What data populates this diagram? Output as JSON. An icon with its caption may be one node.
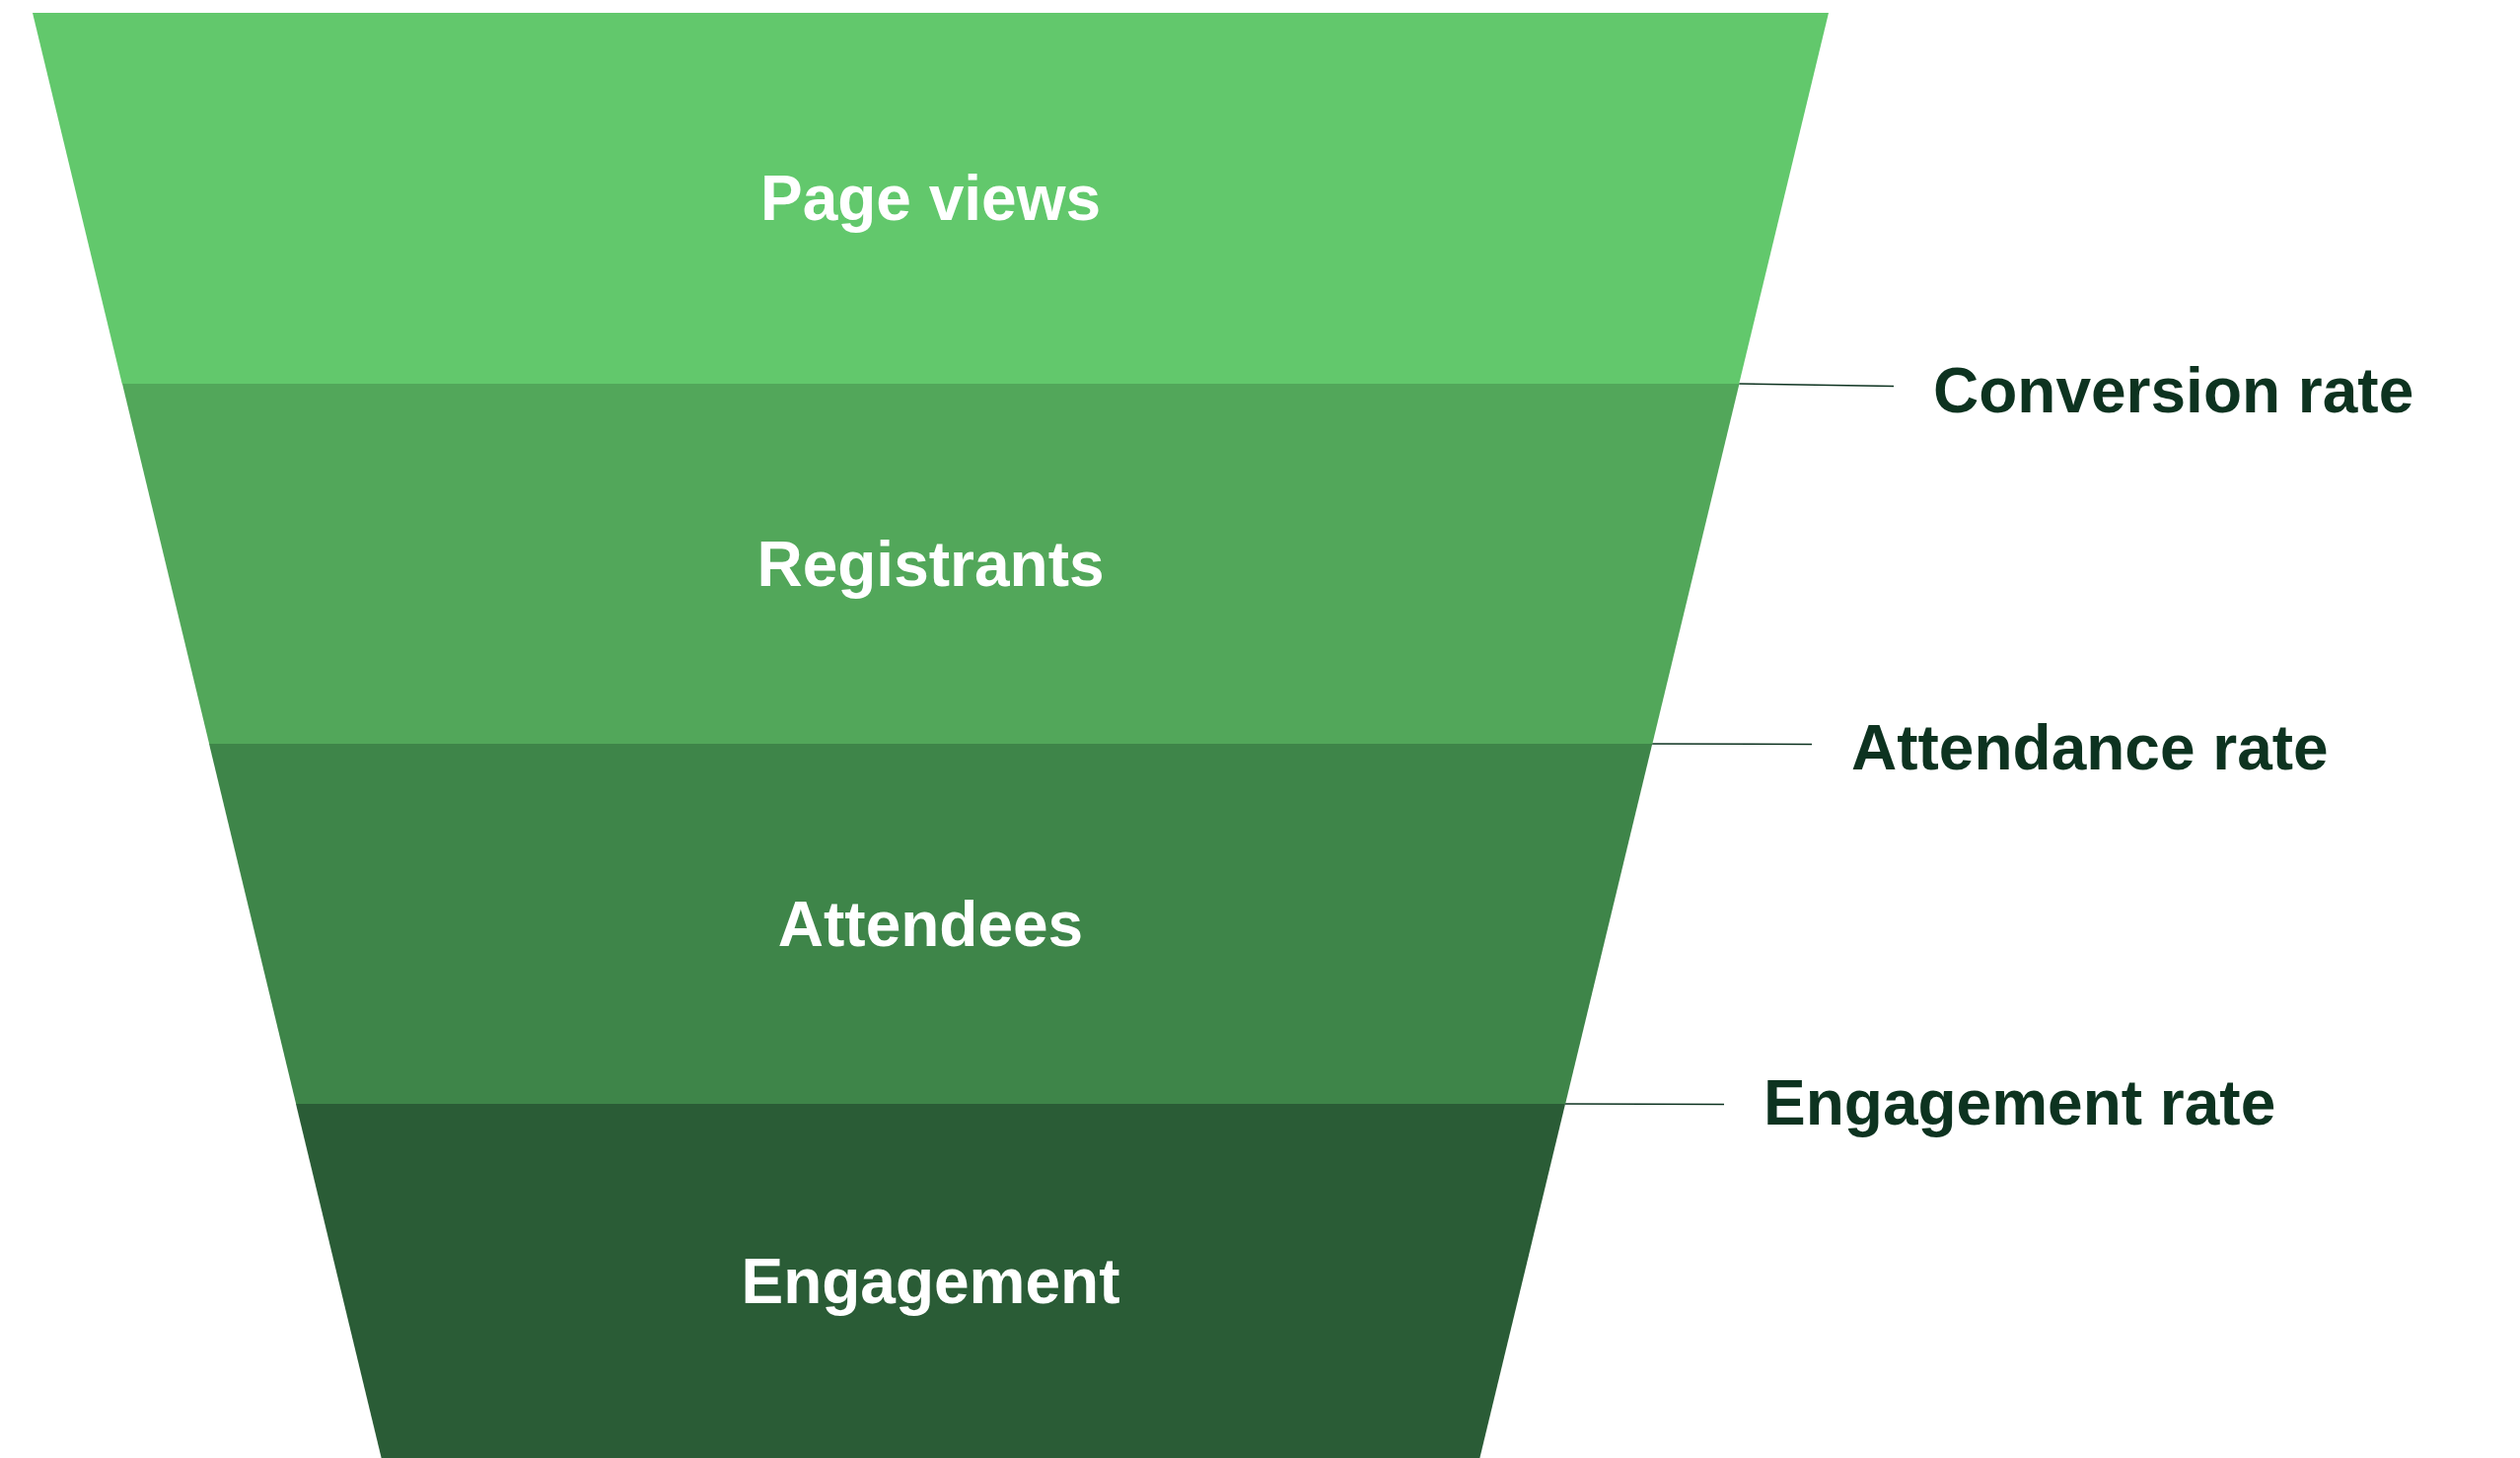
{
  "diagram": {
    "nodes": [
      {
        "text": [
          "Page views"
        ]
      },
      {
        "text": [
          "Registrants"
        ]
      },
      {
        "text": [
          "Attendees"
        ]
      },
      {
        "text": [
          "Engagement"
        ]
      },
      {
        "text": [
          "Conversion rate"
        ]
      },
      {
        "text": [
          "Attendance rate"
        ]
      },
      {
        "text": [
          "Engagement rate"
        ]
      }
    ],
    "edges": [
      {
        "from": 4,
        "to": 1,
        "arrow": "none"
      },
      {
        "from": 5,
        "to": 2,
        "arrow": "none"
      },
      {
        "from": 6,
        "to": 3,
        "arrow": "none"
      }
    ]
  }
}
